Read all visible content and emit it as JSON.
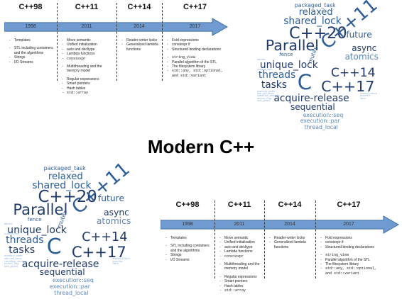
{
  "title": "Modern C++",
  "timeline": {
    "headers": [
      "C++98",
      "C++11",
      "C++14",
      "C++17"
    ],
    "years": [
      "1998",
      "2011",
      "2014",
      "2017"
    ],
    "columns": [
      {
        "items": [
          {
            "text": "Templates"
          },
          {
            "text": "STL including containers and the algorithms",
            "gap": true
          },
          {
            "text": "Strings"
          },
          {
            "text": "I/O Streams"
          }
        ]
      },
      {
        "items": [
          {
            "text": "Move semantic"
          },
          {
            "text": "Unified initialization"
          },
          {
            "text": "auto and decltype"
          },
          {
            "text": "Lambda functions"
          },
          {
            "text": "constexpr",
            "code": true
          },
          {
            "text": "Multithreading and the memory model",
            "gap": true
          },
          {
            "text": "Regular expressions",
            "gap": true
          },
          {
            "text": "Smart pointers"
          },
          {
            "text": "Hash tables"
          },
          {
            "text": "std::array",
            "code": true
          }
        ]
      },
      {
        "items": [
          {
            "text": "Reader-writer locks"
          },
          {
            "text": "Generalized lambda functions"
          }
        ]
      },
      {
        "items": [
          {
            "text": "Fold expressions"
          },
          {
            "text": "constexpr if"
          },
          {
            "text": "Structured binding declarations"
          },
          {
            "text": "string_view",
            "code": true,
            "gap": true
          },
          {
            "text": "Parallel algorithm of the STL"
          },
          {
            "text": "The filesystem library"
          },
          {
            "text": "std::any, std::optional, and std::variant",
            "code": true
          }
        ]
      }
    ]
  },
  "cloud": {
    "words": [
      "packaged_task",
      "relaxed",
      "shared_lock",
      "C++20",
      "future",
      "Parallel",
      "C++11",
      "async",
      "fence",
      "atomics",
      "unique_lock",
      "mutex",
      "threads",
      "C++14",
      "tasks",
      "C",
      "C++17",
      "acquire-release",
      "sequential",
      "execution::seq",
      "execution::par",
      "thread_local",
      "memory_order",
      "std::call_once",
      "condition_variable",
      "atomic_flag",
      "lock_guard",
      "shared_future",
      "promise",
      "latch",
      "barrier",
      "scoped_lock"
    ],
    "colors": {
      "dark": "#1f3a6b",
      "mid": "#2d5d99",
      "light": "#5b87be",
      "pale": "#8fb0d6"
    }
  },
  "colors": {
    "arrow_fill": "#6f9bd0",
    "arrow_stroke": "#3f6fa8",
    "year_band": "#6f9bd0"
  }
}
